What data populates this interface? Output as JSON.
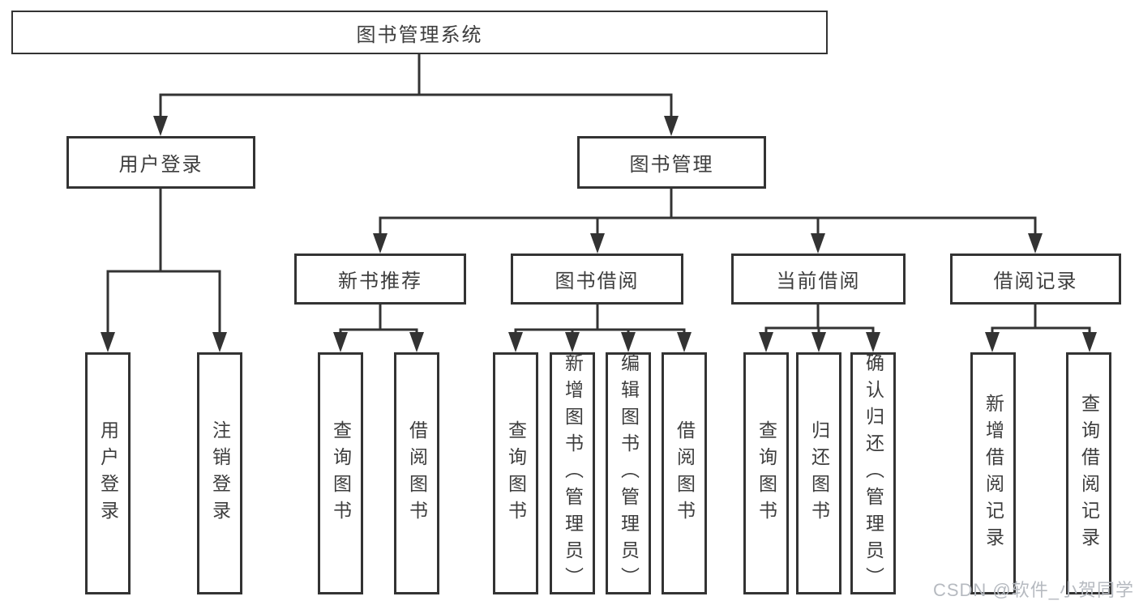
{
  "diagram_type": "function-structure-tree",
  "colors": {
    "line": "#333333",
    "box_border": "#333333",
    "text": "#3d3d3d",
    "background": "#ffffff",
    "watermark": "#b6bac0"
  },
  "watermark": "CSDN @软件_小贺同学",
  "tree": {
    "label": "图书管理系统",
    "children": [
      {
        "label": "用户登录",
        "children": [
          {
            "label": "用户登录"
          },
          {
            "label": "注销登录"
          }
        ]
      },
      {
        "label": "图书管理",
        "children": [
          {
            "label": "新书推荐",
            "children": [
              {
                "label": "查询图书"
              },
              {
                "label": "借阅图书"
              }
            ]
          },
          {
            "label": "图书借阅",
            "children": [
              {
                "label": "查询图书"
              },
              {
                "label": "新增图书（管理员）"
              },
              {
                "label": "编辑图书（管理员）"
              },
              {
                "label": "借阅图书"
              }
            ]
          },
          {
            "label": "当前借阅",
            "children": [
              {
                "label": "查询图书"
              },
              {
                "label": "归还图书"
              },
              {
                "label": "确认归还（管理员）"
              }
            ]
          },
          {
            "label": "借阅记录",
            "children": [
              {
                "label": "新增借阅记录"
              },
              {
                "label": "查询借阅记录"
              }
            ]
          }
        ]
      }
    ]
  }
}
